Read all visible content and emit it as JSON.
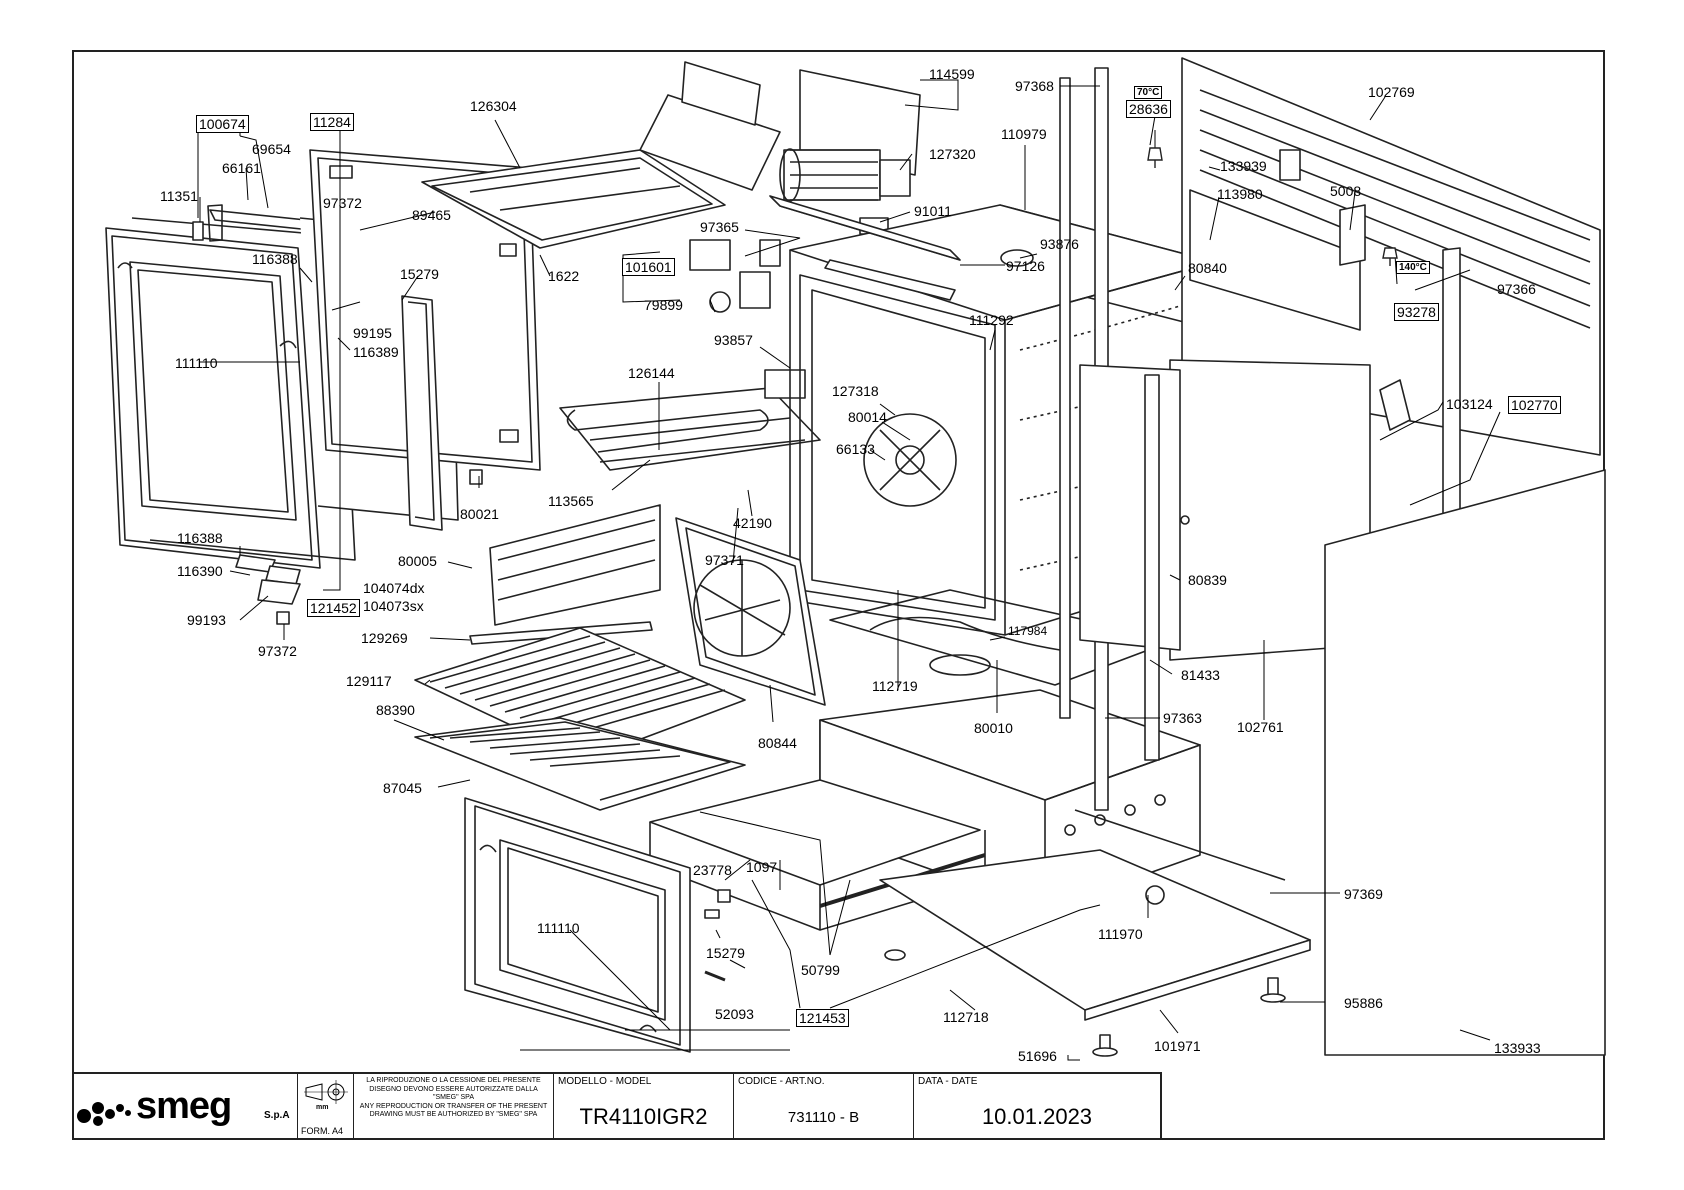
{
  "title_block": {
    "brand": "smeg",
    "brand_suffix": "S.p.A",
    "unit": "mm",
    "format": "FORM. A4",
    "notice_it": "LA RIPRODUZIONE O LA CESSIONE DEL PRESENTE DISEGNO DEVONO ESSERE AUTORIZZATE DALLA \"SMEG\" SPA",
    "notice_en": "ANY REPRODUCTION OR TRANSFER OF THE PRESENT DRAWING MUST BE AUTHORIZED BY \"SMEG\" SPA",
    "model_label": "MODELLO - MODEL",
    "model_value": "TR4110IGR2",
    "code_label": "CODICE - ART.NO.",
    "code_value": "731110 - B",
    "date_label": "DATA - DATE",
    "date_value": "10.01.2023"
  },
  "temp_labels": {
    "t70": "70°C",
    "t140": "140°C"
  },
  "part_labels": {
    "p100674": "100674",
    "p11284": "11284",
    "p69654": "69654",
    "p66161": "66161",
    "p11351": "11351",
    "p97372a": "97372",
    "p89465": "89465",
    "p116388a": "116388",
    "p15279a": "15279",
    "p99195": "99195",
    "p116389": "116389",
    "p111110a": "111110",
    "p126304": "126304",
    "p1622": "1622",
    "p80021": "80021",
    "p116388b": "116388",
    "p116390": "116390",
    "p99193": "99193",
    "p97372b": "97372",
    "p121452": "121452",
    "p80005": "80005",
    "p104074dx": "104074dx",
    "p104073sx": "104073sx",
    "p129269": "129269",
    "p129117": "129117",
    "p88390": "88390",
    "p87045": "87045",
    "p114599": "114599",
    "p127320": "127320",
    "p91011": "91011",
    "p97365": "97365",
    "p101601": "101601",
    "p79899": "79899",
    "p93857": "93857",
    "p126144": "126144",
    "p113565": "113565",
    "p42190": "42190",
    "p97371": "97371",
    "p127318": "127318",
    "p80014": "80014",
    "p66133": "66133",
    "p80844": "80844",
    "p97368": "97368",
    "p110979": "110979",
    "p93876": "93876",
    "p97126": "97126",
    "p111292": "111292",
    "p28636": "28636",
    "p133939": "133939",
    "p113980": "113980",
    "p80840": "80840",
    "p5008": "5008",
    "p102769": "102769",
    "p97366": "97366",
    "p93278": "93278",
    "p103124": "103124",
    "p102770": "102770",
    "p80839": "80839",
    "p117984": "117984",
    "p112719": "112719",
    "p81433": "81433",
    "p80010": "80010",
    "p97363": "97363",
    "p102761": "102761",
    "p23778": "23778",
    "p1097": "1097",
    "p111110b": "111110",
    "p15279b": "15279",
    "p50799": "50799",
    "p121453": "121453",
    "p52093": "52093",
    "p112718": "112718",
    "p51696": "51696",
    "p101971": "101971",
    "p111970": "111970",
    "p97369": "97369",
    "p95886": "95886",
    "p133933": "133933"
  }
}
